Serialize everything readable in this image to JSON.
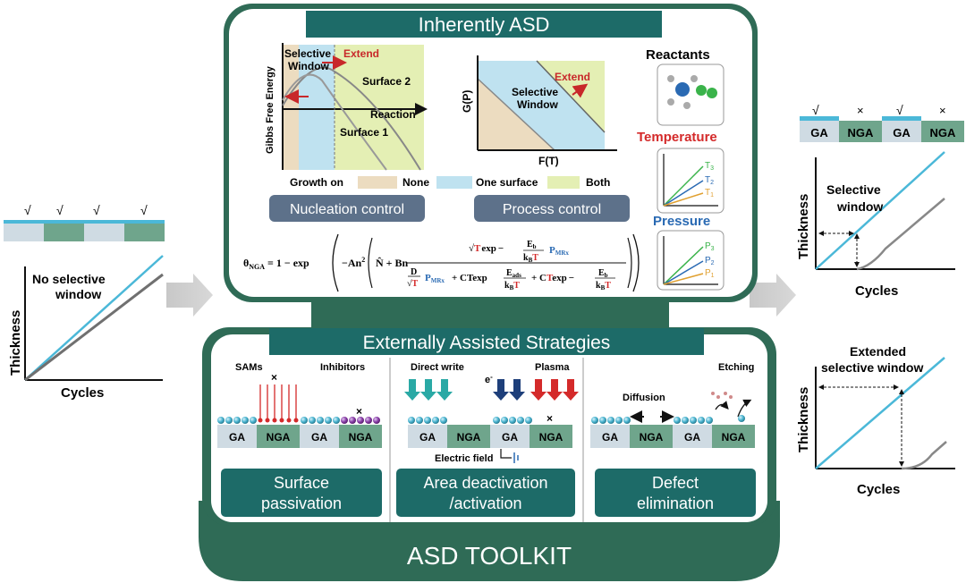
{
  "title_top": "Inherently ASD",
  "title_mid": "Externally Assisted Strategies",
  "toolkit": "ASD TOOLKIT",
  "colors": {
    "dark_green": "#2d6a58",
    "teal": "#1d6b68",
    "blue_line": "#4bb8d8",
    "ga": "#cfdbe3",
    "nga": "#6fa58c",
    "slate": "#5d718a",
    "tan": "#ecdcc0",
    "lightblue": "#bfe2f0",
    "yellowgreen": "#e4efb4",
    "red": "#d42a2a",
    "blue": "#2a6ab3"
  },
  "left_panel": {
    "checks": [
      "√",
      "√",
      "√",
      "√"
    ],
    "label": "No selective\nwindow",
    "label1": "No selective",
    "label2": "window",
    "ylabel": "Thickness",
    "xlabel": "Cycles"
  },
  "right_top": {
    "marks": [
      "√",
      "×",
      "√",
      "×"
    ],
    "segments": [
      "GA",
      "NGA",
      "GA",
      "NGA"
    ],
    "label1": "Selective",
    "label2": "window",
    "ylabel": "Thickness",
    "xlabel": "Cycles"
  },
  "right_bottom": {
    "label1": "Extended",
    "label2": "selective window",
    "ylabel": "Thickness",
    "xlabel": "Cycles"
  },
  "energy_plot": {
    "ylabel": "Gibbs Free Energy",
    "xlabel": "Reaction",
    "window1": "Selective",
    "window2": "Window",
    "extend": "Extend",
    "surface2": "Surface 2",
    "surface1": "Surface 1"
  },
  "phase_plot": {
    "ylabel": "G(P)",
    "xlabel": "F(T)",
    "window1": "Selective",
    "window2": "Window",
    "extend": "Extend"
  },
  "legend": {
    "title": "Growth on",
    "items": [
      "None",
      "One surface",
      "Both"
    ]
  },
  "controls": {
    "nucleation": "Nucleation control",
    "process": "Process control"
  },
  "side": {
    "reactants": "Reactants",
    "temperature": "Temperature",
    "pressure": "Pressure",
    "t_labels": [
      "T",
      "T",
      "T"
    ],
    "t_subs": [
      "3",
      "2",
      "1"
    ],
    "p_labels": [
      "P",
      "P",
      "P"
    ],
    "p_subs": [
      "3",
      "2",
      "1"
    ]
  },
  "formula": {
    "lhs": "θ",
    "lhs_sub": "NGA",
    "eq": "= 1 − exp",
    "neg_a": "−An",
    "sq": "2",
    "n_hat": "N̂ + Bn",
    "num_sqrt": "√",
    "num_t": "T",
    "num_exp": "exp",
    "num_minus": "−",
    "eb": "E",
    "eb_sub": "b",
    "kb": "k",
    "kb_sub": "B",
    "tred": "T",
    "p_mr": "P",
    "p_mr_sub": "MRx",
    "den_d": "D",
    "den_plus1": "+ CTexp",
    "eads": "E",
    "eads_sub": "ads",
    "den_plus2": "+ C",
    "den_exp2": "exp"
  },
  "sections": {
    "sp_labels": [
      "SAMs",
      "Inhibitors"
    ],
    "sp_blocks": [
      "GA",
      "NGA",
      "GA",
      "NGA"
    ],
    "sp_button1": "Surface",
    "sp_button2": "passivation",
    "x_mark": "×",
    "ad_labels": [
      "Direct write",
      "Plasma"
    ],
    "electron": "e",
    "electron_sup": "-",
    "ad_blocks": [
      "GA",
      "NGA",
      "GA",
      "NGA"
    ],
    "efield": "Electric field",
    "ad_button1": "Area deactivation",
    "ad_button2": "/activation",
    "de_labels": [
      "Etching",
      "Diffusion"
    ],
    "de_blocks": [
      "GA",
      "NGA",
      "GA",
      "NGA"
    ],
    "de_button1": "Defect",
    "de_button2": "elimination"
  }
}
